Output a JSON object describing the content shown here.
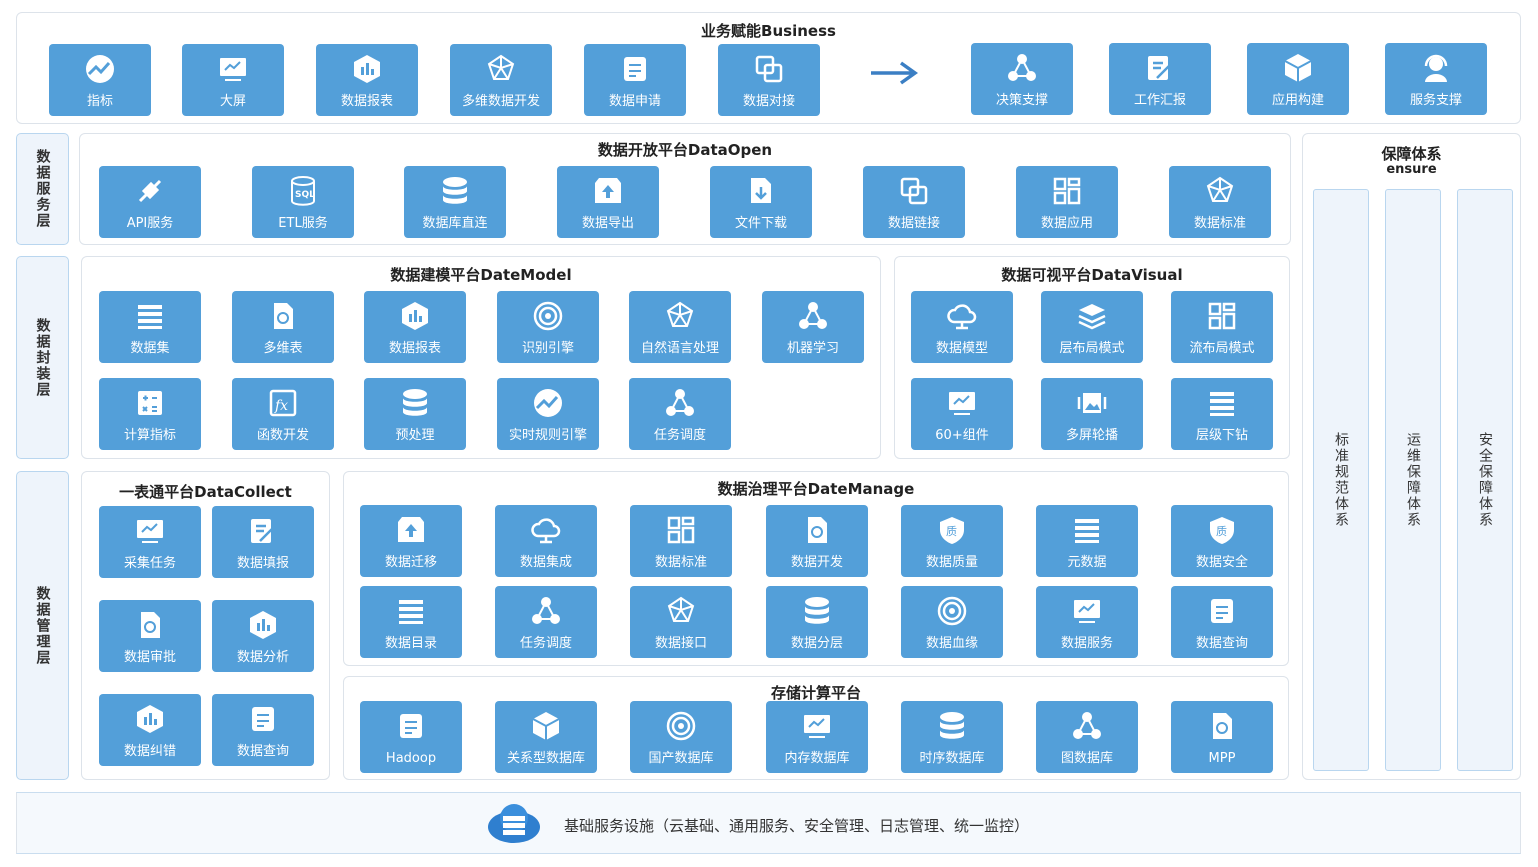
{
  "business": {
    "title": "业务赋能Business",
    "left": [
      {
        "label": "指标",
        "icon": "trend-icon"
      },
      {
        "label": "大屏",
        "icon": "monitor-icon"
      },
      {
        "label": "数据报表",
        "icon": "chart-icon"
      },
      {
        "label": "多维数据开发",
        "icon": "network-icon"
      },
      {
        "label": "数据申请",
        "icon": "form-icon"
      },
      {
        "label": "数据对接",
        "icon": "link-icon"
      }
    ],
    "right": [
      {
        "label": "决策支撑",
        "icon": "cluster-icon"
      },
      {
        "label": "工作汇报",
        "icon": "edit-icon"
      },
      {
        "label": "应用构建",
        "icon": "cube-icon"
      },
      {
        "label": "服务支撑",
        "icon": "headset-icon"
      }
    ]
  },
  "layers": {
    "service": "数据服务层",
    "encap": "数据封装层",
    "manage": "数据管理层"
  },
  "open": {
    "title": "数据开放平台DataOpen",
    "items": [
      {
        "label": "API服务",
        "icon": "plug-icon"
      },
      {
        "label": "ETL服务",
        "icon": "sql-icon"
      },
      {
        "label": "数据库直连",
        "icon": "database-icon"
      },
      {
        "label": "数据导出",
        "icon": "upload-icon"
      },
      {
        "label": "文件下载",
        "icon": "download-icon"
      },
      {
        "label": "数据链接",
        "icon": "link-icon"
      },
      {
        "label": "数据应用",
        "icon": "grid-icon"
      },
      {
        "label": "数据标准",
        "icon": "network-icon"
      }
    ]
  },
  "model": {
    "title": "数据建模平台DateModel",
    "items": [
      {
        "label": "数据集",
        "icon": "list-icon"
      },
      {
        "label": "多维表",
        "icon": "file-icon"
      },
      {
        "label": "数据报表",
        "icon": "chart-icon"
      },
      {
        "label": "识别引擎",
        "icon": "target-icon"
      },
      {
        "label": "自然语言处理",
        "icon": "network-icon"
      },
      {
        "label": "机器学习",
        "icon": "cluster-icon"
      },
      {
        "label": "计算指标",
        "icon": "calc-icon"
      },
      {
        "label": "函数开发",
        "icon": "fx-icon"
      },
      {
        "label": "预处理",
        "icon": "database-icon"
      },
      {
        "label": "实时规则引擎",
        "icon": "trend-icon"
      },
      {
        "label": "任务调度",
        "icon": "cluster-icon"
      }
    ]
  },
  "visual": {
    "title": "数据可视平台DataVisual",
    "items": [
      {
        "label": "数据模型",
        "icon": "cloud-icon"
      },
      {
        "label": "层布局模式",
        "icon": "layers-icon"
      },
      {
        "label": "流布局模式",
        "icon": "grid-icon"
      },
      {
        "label": "60+组件",
        "icon": "monitor-icon"
      },
      {
        "label": "多屏轮播",
        "icon": "image-icon"
      },
      {
        "label": "层级下钻",
        "icon": "list-icon"
      }
    ]
  },
  "collect": {
    "title": "一表通平台DataCollect",
    "items": [
      {
        "label": "采集任务",
        "icon": "monitor-icon"
      },
      {
        "label": "数据填报",
        "icon": "edit-icon"
      },
      {
        "label": "数据审批",
        "icon": "file-icon"
      },
      {
        "label": "数据分析",
        "icon": "chart-icon"
      },
      {
        "label": "数据纠错",
        "icon": "chart-icon"
      },
      {
        "label": "数据查询",
        "icon": "form-icon"
      }
    ]
  },
  "manage": {
    "title": "数据治理平台DateManage",
    "items": [
      {
        "label": "数据迁移",
        "icon": "upload-icon"
      },
      {
        "label": "数据集成",
        "icon": "cloud-icon"
      },
      {
        "label": "数据标准",
        "icon": "grid-icon"
      },
      {
        "label": "数据开发",
        "icon": "file-icon"
      },
      {
        "label": "数据质量",
        "icon": "shield-icon"
      },
      {
        "label": "元数据",
        "icon": "list-icon"
      },
      {
        "label": "数据安全",
        "icon": "shield-icon"
      },
      {
        "label": "数据目录",
        "icon": "list-icon"
      },
      {
        "label": "任务调度",
        "icon": "cluster-icon"
      },
      {
        "label": "数据接口",
        "icon": "network-icon"
      },
      {
        "label": "数据分层",
        "icon": "database-icon"
      },
      {
        "label": "数据血缘",
        "icon": "target-icon"
      },
      {
        "label": "数据服务",
        "icon": "monitor-icon"
      },
      {
        "label": "数据查询",
        "icon": "form-icon"
      }
    ]
  },
  "storage": {
    "title": "存储计算平台",
    "items": [
      {
        "label": "Hadoop",
        "icon": "form-icon"
      },
      {
        "label": "关系型数据库",
        "icon": "cube-icon"
      },
      {
        "label": "国产数据库",
        "icon": "target-icon"
      },
      {
        "label": "内存数据库",
        "icon": "monitor-icon"
      },
      {
        "label": "时序数据库",
        "icon": "database-icon"
      },
      {
        "label": "图数据库",
        "icon": "cluster-icon"
      },
      {
        "label": "MPP",
        "icon": "file-icon"
      }
    ]
  },
  "ensure": {
    "title": "保障体系",
    "subtitle": "ensure",
    "columns": [
      "标准规范体系",
      "运维保障体系",
      "安全保障体系"
    ]
  },
  "infra": {
    "text": "基础服务设施（云基础、通用服务、安全管理、日志管理、统一监控）"
  },
  "colors": {
    "tile": "#539fd9",
    "side": "#eef4fb",
    "border": "#b9d6ef"
  }
}
